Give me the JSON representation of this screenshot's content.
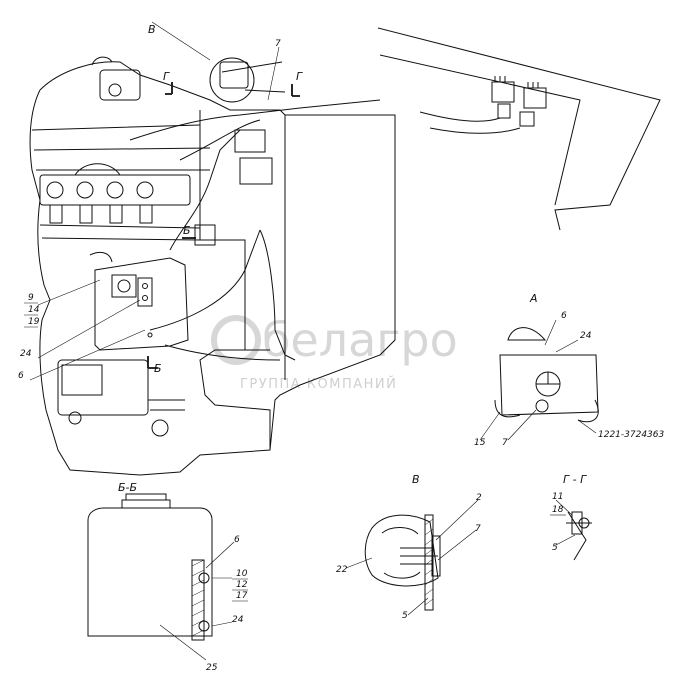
{
  "views": {
    "A": "A",
    "B": "В",
    "BB": "Б-Б",
    "GG": "Г - Г",
    "G_left": "Г",
    "G_right": "Г",
    "B_mark": "Б"
  },
  "callouts": {
    "main_9": "9",
    "main_14": "14",
    "main_19": "19",
    "main_24": "24",
    "main_6": "6",
    "main_7": "7",
    "a_6": "6",
    "a_24": "24",
    "a_15": "15",
    "a_7": "7",
    "a_part": "1221-3724363",
    "bb_6": "6",
    "bb_10": "10",
    "bb_12": "12",
    "bb_17": "17",
    "bb_24": "24",
    "bb_25": "25",
    "v_2": "2",
    "v_7": "7",
    "v_22": "22",
    "v_5": "5",
    "g_11": "11",
    "g_18": "18",
    "g_5": "5"
  },
  "watermark": {
    "brand": "белагро",
    "tagline": "ГРУППА КОМПАНИЙ"
  }
}
